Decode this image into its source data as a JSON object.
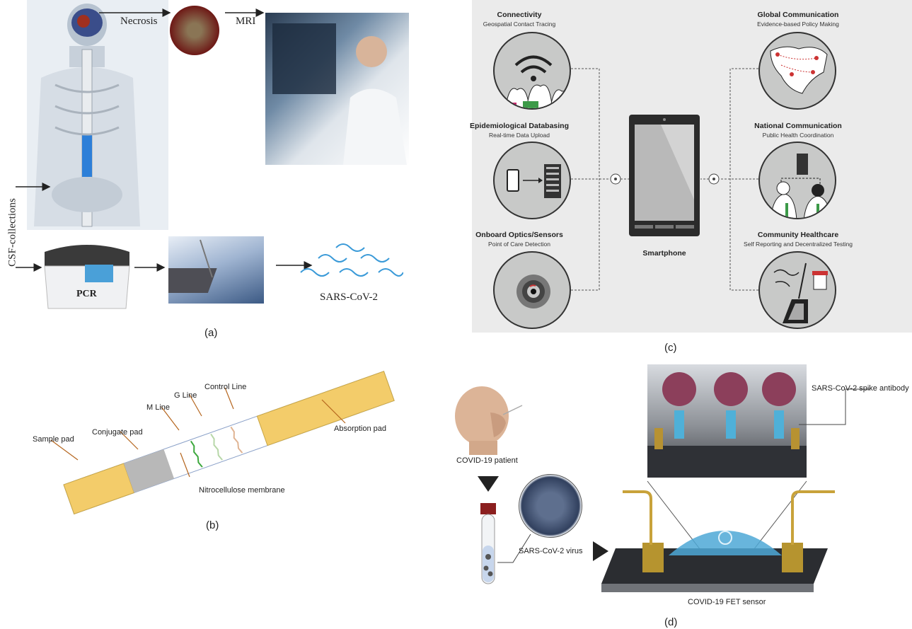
{
  "panel_a": {
    "caption": "(a)",
    "necrosis": "Necrosis",
    "mri": "MRI",
    "csf": "CSF-collections",
    "pcr": "PCR",
    "virus": "SARS-CoV-2"
  },
  "panel_b": {
    "caption": "(b)",
    "sample_pad": "Sample pad",
    "conjugate_pad": "Conjugate pad",
    "m_line": "M Line",
    "g_line": "G Line",
    "control_line": "Control Line",
    "absorption_pad": "Absorption pad",
    "membrane": "Nitrocellulose membrane",
    "colors": {
      "pad": "#f3cc6a",
      "conjugate": "#b8b8b8"
    }
  },
  "panel_c": {
    "caption": "(c)",
    "left": [
      {
        "title": "Connectivity",
        "subtitle": "Geospatial Contact Tracing",
        "icon": "wifi-icon"
      },
      {
        "title": "Epidemiological Databasing",
        "subtitle": "Real-time Data Upload",
        "icon": "server-icon"
      },
      {
        "title": "Onboard Optics/Sensors",
        "subtitle": "Point of Care Detection",
        "icon": "camera-lens-icon"
      }
    ],
    "right": [
      {
        "title": "Global Communication",
        "subtitle": "Evidence-based Policy Making",
        "icon": "map-icon"
      },
      {
        "title": "National Communication",
        "subtitle": "Public Health Coordination",
        "icon": "doctors-icon"
      },
      {
        "title": "Community Healthcare",
        "subtitle": "Self Reporting and Decentralized Testing",
        "icon": "test-kit-icon"
      }
    ],
    "center": "Smartphone"
  },
  "panel_d": {
    "caption": "(d)",
    "patient": "COVID-19 patient",
    "virus": "SARS-CoV-2 virus",
    "antibody": "SARS-CoV-2 spike antibody",
    "sensor": "COVID-19 FET sensor"
  }
}
